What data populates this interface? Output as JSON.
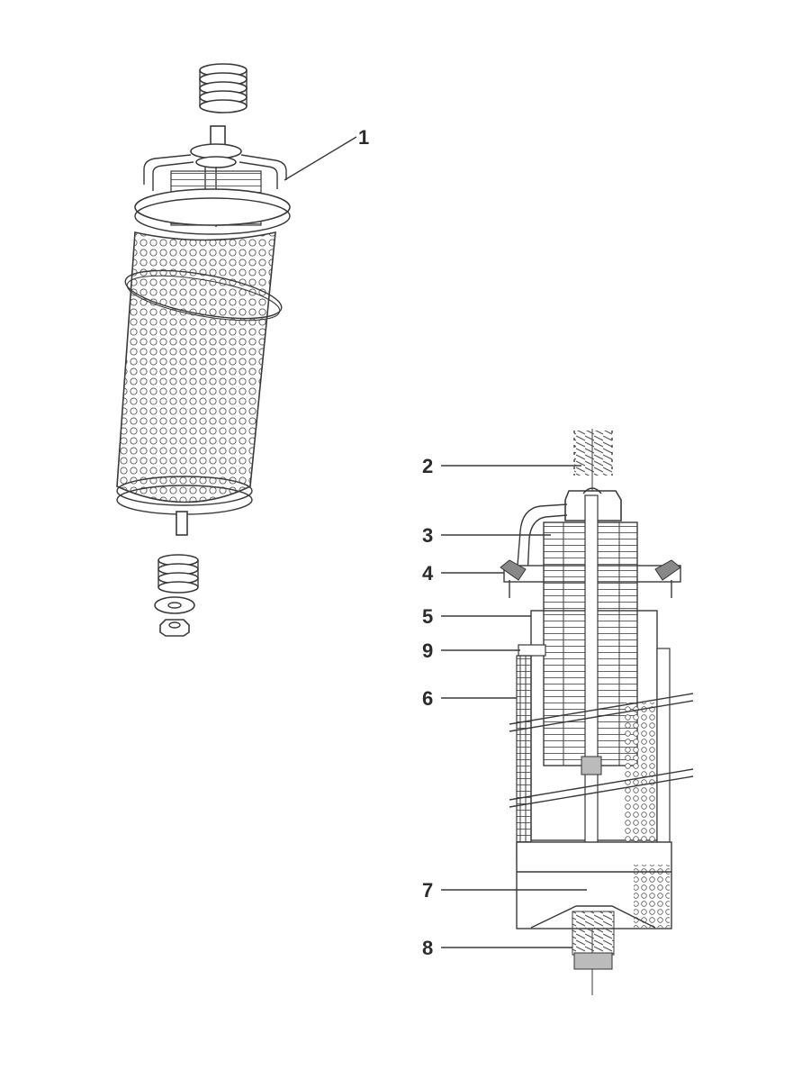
{
  "callouts": {
    "c1": "1",
    "c2": "2",
    "c3": "3",
    "c4": "4",
    "c5": "5",
    "c6": "6",
    "c7": "7",
    "c8": "8",
    "c9": "9"
  },
  "colors": {
    "ink": "#3a3a3a",
    "background": "#ffffff",
    "hole_fill": "#8c8c8c"
  }
}
